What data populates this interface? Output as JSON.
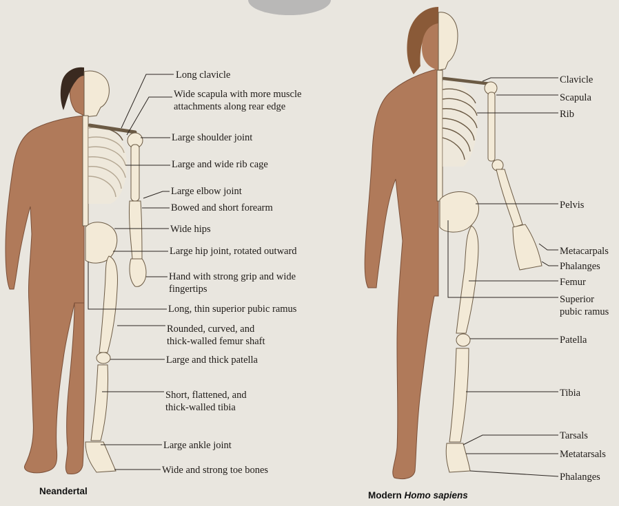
{
  "colors": {
    "paper": "#e9e6df",
    "skin": "#b07a5a",
    "skin_shade": "#8f5f44",
    "bone": "#f3ead7",
    "bone_line": "#6b5a44",
    "hair": "#3a2a20",
    "hair_modern": "#8a5a38",
    "leader": "#2a2420"
  },
  "neandertal": {
    "caption": "Neandertal",
    "labels": [
      "Long clavicle",
      "Wide scapula with more muscle\nattachments along rear edge",
      "Large shoulder joint",
      "Large and wide rib cage",
      "Large elbow joint",
      "Bowed and short forearm",
      "Wide hips",
      "Large hip joint, rotated outward",
      "Hand with strong grip and wide\nfingertips",
      "Long, thin superior pubic ramus",
      "Rounded, curved, and\nthick-walled femur shaft",
      "Large and thick patella",
      "Short, flattened, and\nthick-walled tibia",
      "Large ankle joint",
      "Wide and strong toe bones"
    ]
  },
  "modern": {
    "caption_prefix": "Modern ",
    "caption_italic": "Homo sapiens",
    "labels": [
      "Clavicle",
      "Scapula",
      "Rib",
      "Pelvis",
      "Metacarpals",
      "Phalanges",
      "Femur",
      "Superior\npubic ramus",
      "Patella",
      "Tibia",
      "Tarsals",
      "Metatarsals",
      "Phalanges"
    ]
  }
}
